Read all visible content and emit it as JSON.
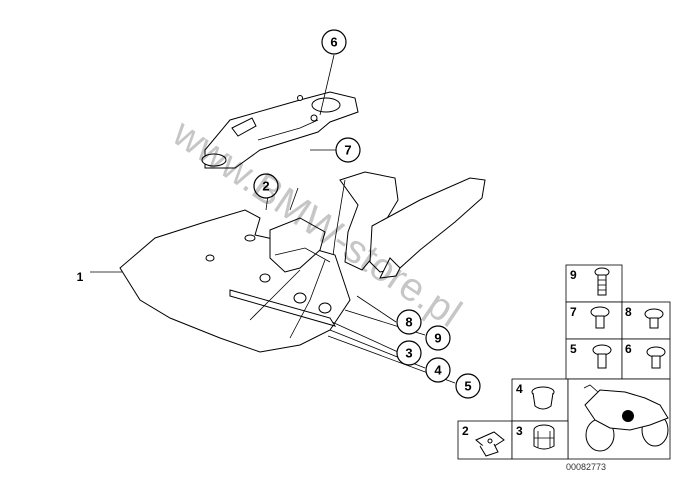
{
  "diagram": {
    "part_label_1": "1",
    "callouts": [
      "6",
      "7",
      "2",
      "8",
      "9",
      "3",
      "4",
      "5"
    ],
    "legend_labels": [
      "9",
      "7",
      "8",
      "5",
      "6",
      "4",
      "2",
      "3"
    ],
    "diagram_id": "00082773",
    "watermark": "www.BMW-store.pl"
  }
}
